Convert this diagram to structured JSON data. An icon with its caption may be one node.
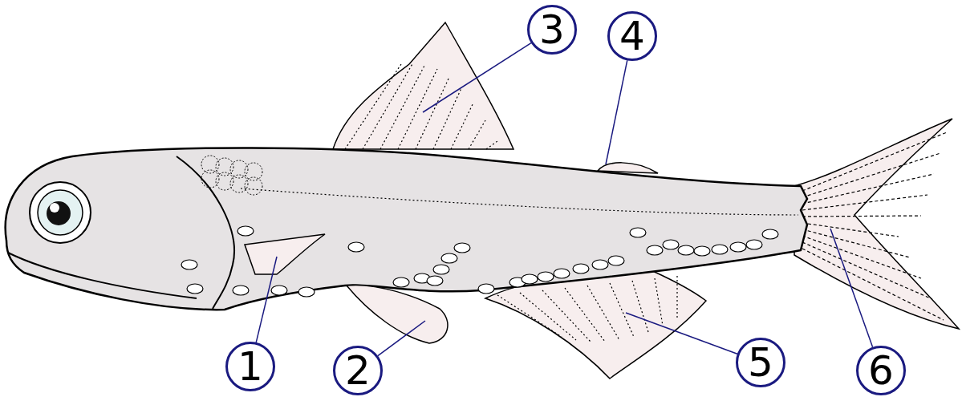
{
  "diagram": {
    "nodes": [
      {
        "text": [
          "3"
        ]
      },
      {
        "text": [
          "4"
        ]
      },
      {
        "text": [
          "1"
        ]
      },
      {
        "text": [
          "2"
        ]
      },
      {
        "text": [
          "5"
        ]
      },
      {
        "text": [
          "6"
        ]
      }
    ],
    "edges": [
      {
        "from": 0,
        "to": null,
        "arrow": "none"
      },
      {
        "from": 1,
        "to": null,
        "arrow": "none"
      },
      {
        "from": 2,
        "to": null,
        "arrow": "none"
      },
      {
        "from": 3,
        "to": null,
        "arrow": "none"
      },
      {
        "from": 4,
        "to": null,
        "arrow": "none"
      },
      {
        "from": 5,
        "to": null,
        "arrow": "none"
      }
    ]
  }
}
